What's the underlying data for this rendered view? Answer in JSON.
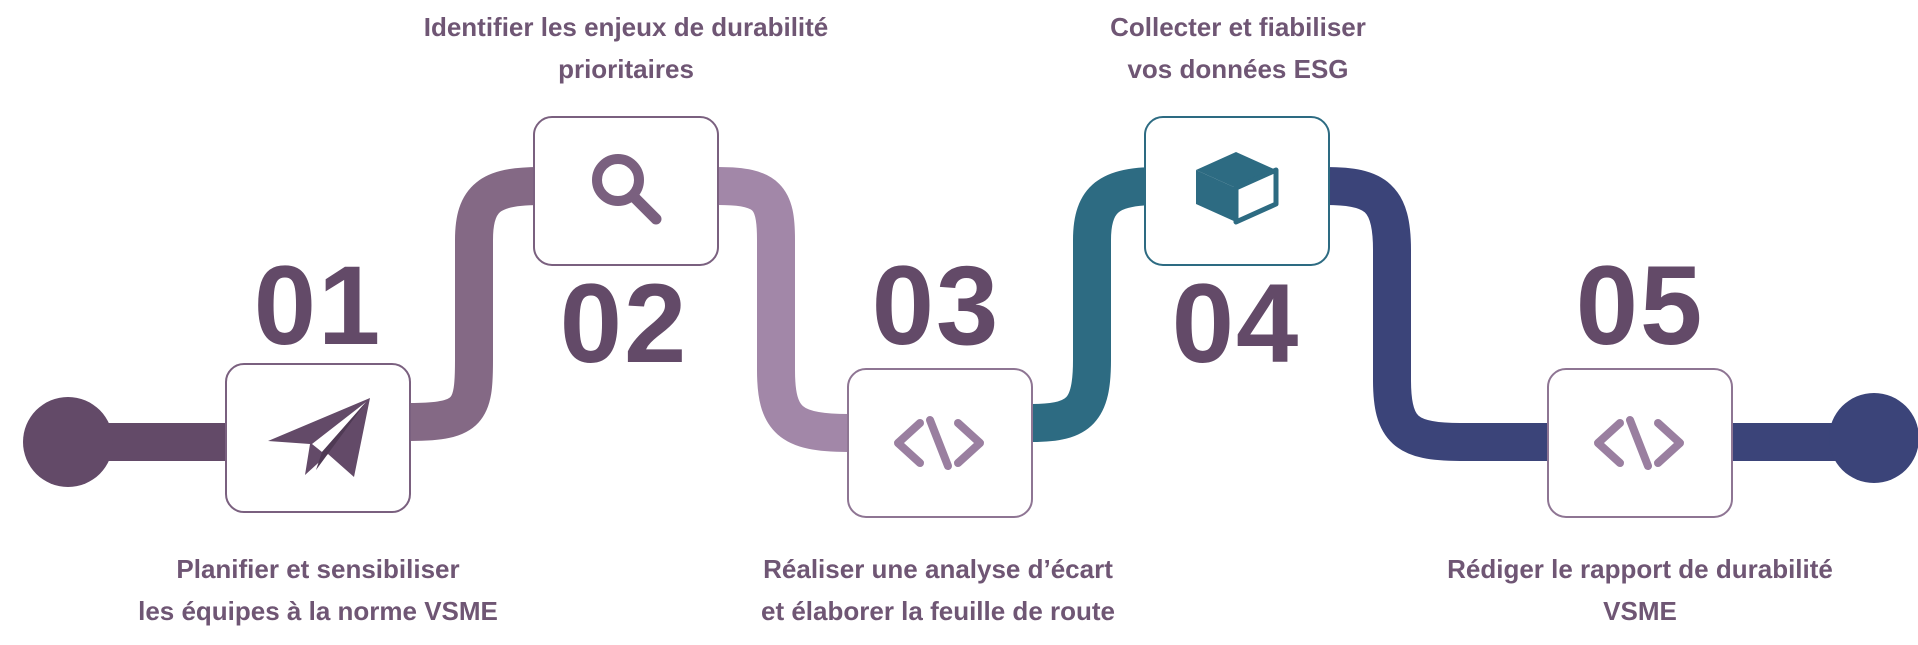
{
  "colors": {
    "step1": "#634a68",
    "step2": "#a287a8",
    "step3": "#2d6b82",
    "step4": "#3b4479",
    "number": "#634a68",
    "caption": "#6f5674",
    "box_border": "#7a607f"
  },
  "steps": [
    {
      "number": "01",
      "icon": "paper-plane-icon",
      "caption": [
        "Planifier et sensibiliser",
        "les équipes à la norme VSME"
      ]
    },
    {
      "number": "02",
      "icon": "magnifier-icon",
      "caption": [
        "Identifier les enjeux de durabilité",
        "prioritaires"
      ]
    },
    {
      "number": "03",
      "icon": "code-icon",
      "caption": [
        "Réaliser une analyse d’écart",
        "et élaborer la feuille de route"
      ]
    },
    {
      "number": "04",
      "icon": "cube-icon",
      "caption": [
        "Collecter et fiabiliser",
        "vos données ESG"
      ]
    },
    {
      "number": "05",
      "icon": "code-icon",
      "caption": [
        "Rédiger le rapport de durabilité",
        "VSME"
      ]
    }
  ]
}
